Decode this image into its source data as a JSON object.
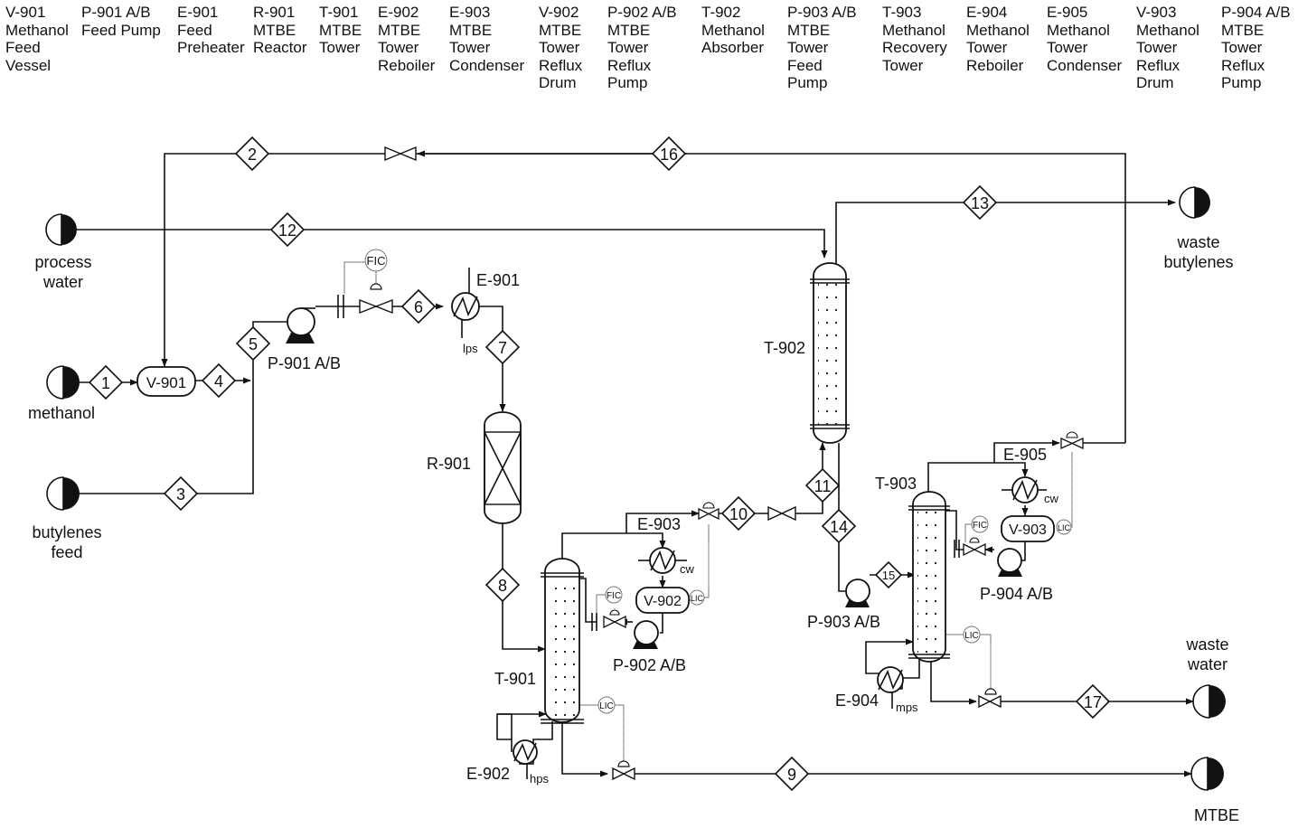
{
  "legend": [
    {
      "tag": "V-901",
      "desc": [
        "Methanol",
        "Feed",
        "Vessel"
      ]
    },
    {
      "tag": "P-901 A/B",
      "desc": [
        "Feed Pump"
      ]
    },
    {
      "tag": "E-901",
      "desc": [
        "Feed",
        "Preheater"
      ]
    },
    {
      "tag": "R-901",
      "desc": [
        "MTBE",
        "Reactor"
      ]
    },
    {
      "tag": "T-901",
      "desc": [
        "MTBE",
        "Tower"
      ]
    },
    {
      "tag": "E-902",
      "desc": [
        "MTBE",
        "Tower",
        "Reboiler"
      ]
    },
    {
      "tag": "E-903",
      "desc": [
        "MTBE",
        "Tower",
        "Condenser"
      ]
    },
    {
      "tag": "V-902",
      "desc": [
        "MTBE",
        "Tower",
        "Reflux",
        "Drum"
      ]
    },
    {
      "tag": "P-902 A/B",
      "desc": [
        "MTBE",
        "Tower",
        "Reflux",
        "Pump"
      ]
    },
    {
      "tag": "T-902",
      "desc": [
        "Methanol",
        "Absorber"
      ]
    },
    {
      "tag": "P-903 A/B",
      "desc": [
        "MTBE",
        "Tower",
        "Feed",
        "Pump"
      ]
    },
    {
      "tag": "T-903",
      "desc": [
        "Methanol",
        "Recovery",
        "Tower"
      ]
    },
    {
      "tag": "E-904",
      "desc": [
        "Methanol",
        "Tower",
        "Reboiler"
      ]
    },
    {
      "tag": "E-905",
      "desc": [
        "Methanol",
        "Tower",
        "Condenser"
      ]
    },
    {
      "tag": "V-903",
      "desc": [
        "Methanol",
        "Tower",
        "Reflux",
        "Drum"
      ]
    },
    {
      "tag": "P-904 A/B",
      "desc": [
        "MTBE",
        "Tower",
        "Reflux",
        "Pump"
      ]
    }
  ],
  "feeds": [
    {
      "id": "process-water",
      "label": [
        "process",
        "water"
      ]
    },
    {
      "id": "methanol",
      "label": [
        "methanol"
      ]
    },
    {
      "id": "butylenes-feed",
      "label": [
        "butylenes",
        "feed"
      ]
    }
  ],
  "products": [
    {
      "id": "waste-butylenes",
      "label": [
        "waste",
        "butylenes"
      ]
    },
    {
      "id": "waste-water",
      "label": [
        "waste",
        "water"
      ]
    },
    {
      "id": "mtbe",
      "label": [
        "MTBE"
      ]
    }
  ],
  "streams": [
    "1",
    "2",
    "3",
    "4",
    "5",
    "6",
    "7",
    "8",
    "9",
    "10",
    "11",
    "12",
    "13",
    "14",
    "15",
    "16",
    "17"
  ],
  "equipment": {
    "v901": "V-901",
    "v902": "V-902",
    "v903": "V-903",
    "p901": "P-901 A/B",
    "p902": "P-902 A/B",
    "p903": "P-903 A/B",
    "p904": "P-904 A/B",
    "e901": "E-901",
    "e902": "E-902",
    "e903": "E-903",
    "e904": "E-904",
    "e905": "E-905",
    "r901": "R-901",
    "t901": "T-901",
    "t902": "T-902",
    "t903": "T-903"
  },
  "utilities": {
    "lps": "lps",
    "hps": "hps",
    "mps": "mps",
    "cw": "cw"
  },
  "instruments": {
    "fic": "FIC",
    "lic": "LIC"
  }
}
